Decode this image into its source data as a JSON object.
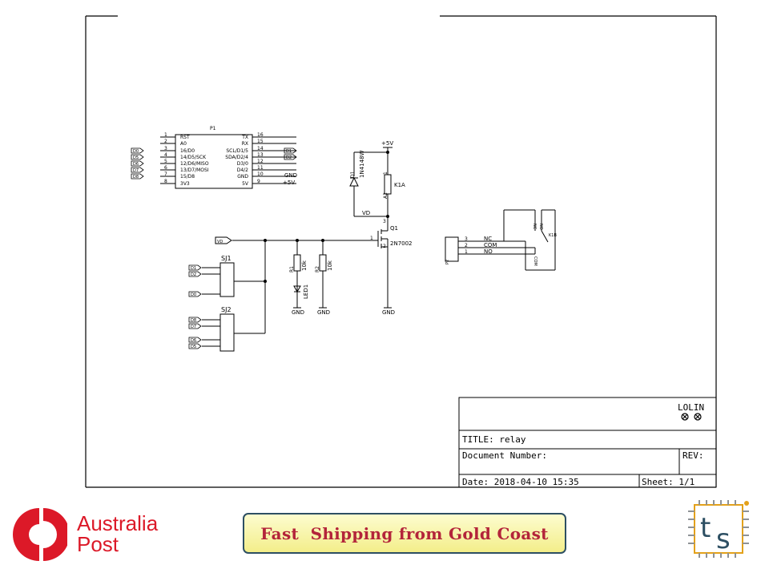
{
  "schematic": {
    "header": {
      "p1": "P1"
    },
    "p1_pins_left": [
      {
        "num": "1",
        "name": "RST"
      },
      {
        "num": "2",
        "name": "A0"
      },
      {
        "num": "3",
        "name": "16/D0"
      },
      {
        "num": "4",
        "name": "14/D5/SCK"
      },
      {
        "num": "5",
        "name": "12/D6/MISO"
      },
      {
        "num": "6",
        "name": "13/D7/MOSI"
      },
      {
        "num": "7",
        "name": "15/D8"
      },
      {
        "num": "8",
        "name": "3V3"
      }
    ],
    "p1_pins_right": [
      {
        "num": "16",
        "name": "TX"
      },
      {
        "num": "15",
        "name": "RX"
      },
      {
        "num": "14",
        "name": "SCL/D1/5"
      },
      {
        "num": "13",
        "name": "SDA/D2/4"
      },
      {
        "num": "12",
        "name": "D3/0"
      },
      {
        "num": "11",
        "name": "D4/2"
      },
      {
        "num": "10",
        "name": "GND"
      },
      {
        "num": "9",
        "name": "5V"
      }
    ],
    "p1_left_labels": [
      "D0",
      "D5",
      "D6",
      "D7",
      "D8"
    ],
    "p1_right_labels": [
      "D1",
      "D2"
    ],
    "p1_right_nets": [
      "GND",
      "+5V"
    ],
    "plus5v": "+5V",
    "d1": {
      "ref": "D1",
      "value": "1N4148W"
    },
    "k1a": {
      "ref": "K1A",
      "pin1": "1",
      "pin2": "A2"
    },
    "vd_net": "VD",
    "vd_port": "VD",
    "q1": {
      "ref": "Q1",
      "value": "2N7002",
      "pin1": "1",
      "pin2": "2",
      "pin3": "3"
    },
    "r1": {
      "ref": "R1",
      "value": "10k"
    },
    "r2": {
      "ref": "R2",
      "value": "10k"
    },
    "led1": {
      "ref": "LED1"
    },
    "gnd": "GND",
    "sj1": {
      "ref": "SJ1",
      "labels": [
        "D1",
        "D2",
        "D0"
      ]
    },
    "sj2": {
      "ref": "SJ2",
      "labels": [
        "D8",
        "D7",
        "D6",
        "D5"
      ]
    },
    "p2": {
      "ref": "P2",
      "pins": [
        {
          "num": "3",
          "name": "NC"
        },
        {
          "num": "2",
          "name": "COM"
        },
        {
          "num": "1",
          "name": "NO"
        }
      ]
    },
    "k1b": {
      "ref": "K1B",
      "nc": "NC",
      "no": "NO",
      "com": "COM"
    }
  },
  "title_block": {
    "company": "LOLIN",
    "title": "TITLE: relay",
    "doc_number": "Document Number:",
    "rev": "REV:",
    "date": "Date: 2018-04-10 15:35",
    "sheet": "Sheet: 1/1"
  },
  "footer": {
    "australia_post_line1": "Australia",
    "australia_post_line2": "Post",
    "shipping_banner": "Fast  Shipping from Gold Coast"
  },
  "colors": {
    "australia_post_red": "#dc1928",
    "banner_text": "#b3243a",
    "banner_border": "#2d4f63",
    "banner_fill": "#f6f2a0"
  }
}
